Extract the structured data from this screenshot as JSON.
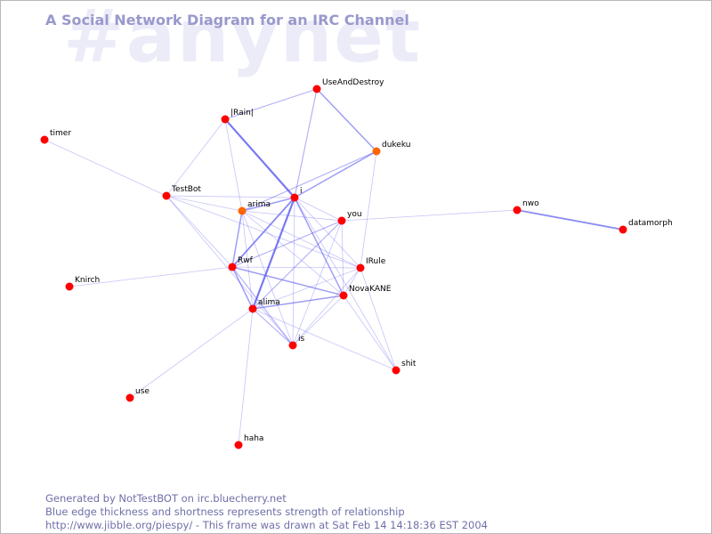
{
  "channel": "#anynet",
  "title": "A Social Network Diagram for an IRC Channel",
  "footer": {
    "line1": "Generated by NotTestBOT on irc.bluecherry.net",
    "line2": "Blue edge thickness and shortness represents strength of relationship",
    "line3": "http://www.jibble.org/piespy/ - This frame was drawn at Sat Feb 14 14:18:36 EST 2004"
  },
  "colors": {
    "node": "#ff0000",
    "node_highlight": "#ff6600",
    "edge": "#5555ee",
    "channel_watermark": "#ececf9",
    "title": "#9999cc",
    "footer": "#6f6fa8"
  },
  "nodes": [
    {
      "id": "UseAndDestroy",
      "label": "UseAndDestroy"
    },
    {
      "id": "Rain",
      "label": "|Rain|"
    },
    {
      "id": "dukeku",
      "label": "dukeku"
    },
    {
      "id": "timer",
      "label": "timer"
    },
    {
      "id": "TestBot",
      "label": "TestBot"
    },
    {
      "id": "i",
      "label": "i"
    },
    {
      "id": "arima",
      "label": "arima"
    },
    {
      "id": "you",
      "label": "you"
    },
    {
      "id": "nwo",
      "label": "nwo"
    },
    {
      "id": "datamorph",
      "label": "datamorph"
    },
    {
      "id": "Rwf",
      "label": "Rwf"
    },
    {
      "id": "IRule",
      "label": "IRule"
    },
    {
      "id": "Knirch",
      "label": "Knirch"
    },
    {
      "id": "NovaKANE",
      "label": "NovaKANE"
    },
    {
      "id": "alima",
      "label": "alima"
    },
    {
      "id": "is",
      "label": "is"
    },
    {
      "id": "shit",
      "label": "shit"
    },
    {
      "id": "use",
      "label": "use"
    },
    {
      "id": "haha",
      "label": "haha"
    }
  ],
  "edges": [
    {
      "from": "Rain",
      "to": "i",
      "weight": 3
    },
    {
      "from": "i",
      "to": "alima",
      "weight": 3
    },
    {
      "from": "i",
      "to": "Rwf",
      "weight": 2.5
    },
    {
      "from": "nwo",
      "to": "datamorph",
      "weight": 2.5
    },
    {
      "from": "UseAndDestroy",
      "to": "dukeku",
      "weight": 2
    },
    {
      "from": "dukeku",
      "to": "i",
      "weight": 2
    },
    {
      "from": "i",
      "to": "NovaKANE",
      "weight": 2
    },
    {
      "from": "Rwf",
      "to": "NovaKANE",
      "weight": 2
    },
    {
      "from": "alima",
      "to": "NovaKANE",
      "weight": 2
    },
    {
      "from": "arima",
      "to": "i",
      "weight": 2
    },
    {
      "from": "Rwf",
      "to": "arima",
      "weight": 2
    },
    {
      "from": "alima",
      "to": "Rwf",
      "weight": 2
    },
    {
      "from": "UseAndDestroy",
      "to": "Rain",
      "weight": 1.5
    },
    {
      "from": "UseAndDestroy",
      "to": "i",
      "weight": 1.5
    },
    {
      "from": "Rwf",
      "to": "you",
      "weight": 1.5
    },
    {
      "from": "alima",
      "to": "you",
      "weight": 1.5
    },
    {
      "from": "arima",
      "to": "dukeku",
      "weight": 1.5
    },
    {
      "from": "Rwf",
      "to": "is",
      "weight": 1.5
    },
    {
      "from": "alima",
      "to": "is",
      "weight": 1.5
    },
    {
      "from": "Rwf",
      "to": "IRule",
      "weight": 1
    },
    {
      "from": "alima",
      "to": "IRule",
      "weight": 1
    },
    {
      "from": "Rain",
      "to": "TestBot",
      "weight": 1
    },
    {
      "from": "Rain",
      "to": "arima",
      "weight": 1
    },
    {
      "from": "timer",
      "to": "TestBot",
      "weight": 1
    },
    {
      "from": "TestBot",
      "to": "i",
      "weight": 1
    },
    {
      "from": "TestBot",
      "to": "arima",
      "weight": 1
    },
    {
      "from": "TestBot",
      "to": "Rwf",
      "weight": 1
    },
    {
      "from": "TestBot",
      "to": "is",
      "weight": 1
    },
    {
      "from": "TestBot",
      "to": "IRule",
      "weight": 1
    },
    {
      "from": "Knirch",
      "to": "Rwf",
      "weight": 1
    },
    {
      "from": "you",
      "to": "nwo",
      "weight": 1
    },
    {
      "from": "arima",
      "to": "you",
      "weight": 1
    },
    {
      "from": "arima",
      "to": "NovaKANE",
      "weight": 1
    },
    {
      "from": "arima",
      "to": "IRule",
      "weight": 1
    },
    {
      "from": "arima",
      "to": "is",
      "weight": 1
    },
    {
      "from": "arima",
      "to": "alima",
      "weight": 1
    },
    {
      "from": "dukeku",
      "to": "IRule",
      "weight": 1
    },
    {
      "from": "you",
      "to": "is",
      "weight": 1
    },
    {
      "from": "you",
      "to": "NovaKANE",
      "weight": 1
    },
    {
      "from": "IRule",
      "to": "NovaKANE",
      "weight": 1
    },
    {
      "from": "IRule",
      "to": "is",
      "weight": 1
    },
    {
      "from": "IRule",
      "to": "shit",
      "weight": 1
    },
    {
      "from": "i",
      "to": "shit",
      "weight": 1
    },
    {
      "from": "i",
      "to": "is",
      "weight": 1
    },
    {
      "from": "NovaKANE",
      "to": "is",
      "weight": 1
    },
    {
      "from": "NovaKANE",
      "to": "shit",
      "weight": 1
    },
    {
      "from": "alima",
      "to": "shit",
      "weight": 1
    },
    {
      "from": "alima",
      "to": "use",
      "weight": 1
    },
    {
      "from": "alima",
      "to": "haha",
      "weight": 1
    },
    {
      "from": "i",
      "to": "IRule",
      "weight": 1
    },
    {
      "from": "i",
      "to": "you",
      "weight": 1
    }
  ]
}
